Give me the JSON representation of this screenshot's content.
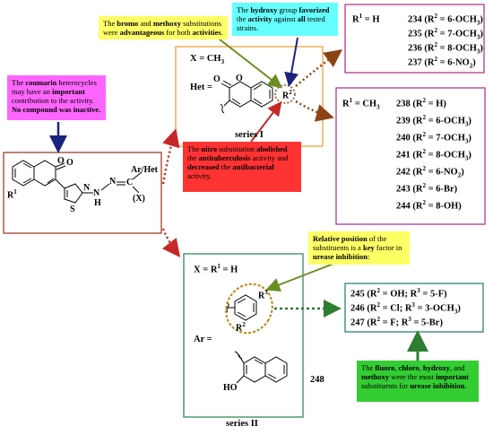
{
  "notes": {
    "yellow_top": {
      "pre1": "The ",
      "b1": "bromo",
      "mid1": " and ",
      "b2": "methoxy",
      "mid2": " substitutions were ",
      "b3": "advantageous",
      "mid3": " for both ",
      "b4": "activities",
      "end": "."
    },
    "cyan_top": {
      "pre1": "The ",
      "b1": "hydroxy",
      "mid1": " group ",
      "b2": "favorized",
      "mid2": " the ",
      "b3": "activity",
      "mid3": " against ",
      "b4": "all",
      "end": " tested strains."
    },
    "magenta_left": {
      "pre1": "The ",
      "b1": "coumarin",
      "mid1": " heterocycles may have an ",
      "b2": "important",
      "mid2": " contribution to the activity. ",
      "b3": "No compound was inactive."
    },
    "red_mid": {
      "pre1": "The ",
      "b1": "nitro",
      "mid1": " substitution ",
      "b2": "abolished",
      "mid2": " the ",
      "b3": "antituberculosis",
      "mid3": " activity and ",
      "b4": "decreased",
      "mid4": " the ",
      "b5": "antibacterial",
      "end": " activity."
    },
    "yellow_mid": {
      "b1": "Relative position",
      "mid1": " of the substituents is a ",
      "b2": "key",
      "mid2": " factor in ",
      "b3": "urease inhibition",
      "end": ":"
    },
    "green_bottom": {
      "pre1": "The ",
      "b1": "fluoro",
      "mid1": ", ",
      "b2": "chloro",
      "mid2": ", ",
      "b3": "hydroxy",
      "mid3": ", and ",
      "b4": "methoxy",
      "mid4": " were the most ",
      "b5": "important",
      "mid5": " substituents for ",
      "b6": "urease inhibition",
      "end": "."
    }
  },
  "series1": {
    "x_label": "X = CH",
    "x_sub": "3",
    "het_label": "Het =",
    "caption": "series I",
    "atom_o_ring": "O",
    "atom_o_carbonyl": "O",
    "atom_r2": "R",
    "atom_r2_sup": "2"
  },
  "series2": {
    "x_label_1": "X = R",
    "x_label_sup": "1",
    "x_label_2": " = H",
    "ar_label": "Ar =",
    "caption": "series II",
    "atom_r2": "R",
    "atom_r2_sup": "2",
    "atom_r3": "R",
    "atom_r3_sup": "3",
    "atom_ho": "HO",
    "compound_248": "248"
  },
  "core": {
    "atom_o1": "O",
    "atom_o2": "O",
    "atom_r1": "R",
    "atom_r1_sup": "1",
    "atom_n1": "N",
    "atom_n2": "N",
    "atom_n3": "N",
    "atom_h": "H",
    "atom_s": "S",
    "atom_c": "C",
    "ar_het": "Ar/Het",
    "x_group": "(X)"
  },
  "box_h": {
    "head": "R",
    "head_sup": "1",
    "head_tail": " = H",
    "rows": [
      {
        "num": "234",
        "r": " (R",
        "sup": "2",
        "val": " = 6-OCH",
        "sub": "3",
        "close": ")"
      },
      {
        "num": "235",
        "r": " (R",
        "sup": "2",
        "val": " = 7-OCH",
        "sub": "3",
        "close": ")"
      },
      {
        "num": "236",
        "r": " (R",
        "sup": "2",
        "val": " = 8-OCH",
        "sub": "3",
        "close": ")"
      },
      {
        "num": "237",
        "r": " (R",
        "sup": "2",
        "val": " = 6-NO",
        "sub": "2",
        "close": ")"
      }
    ]
  },
  "box_ch3": {
    "head": "R",
    "head_sup": "1",
    "head_tail": " = CH",
    "head_sub": "3",
    "rows": [
      {
        "num": "238",
        "r": " (R",
        "sup": "2",
        "val": " = H",
        "sub": "",
        "close": ")"
      },
      {
        "num": "239",
        "r": " (R",
        "sup": "2",
        "val": " = 6-OCH",
        "sub": "3",
        "close": ")"
      },
      {
        "num": "240",
        "r": " (R",
        "sup": "2",
        "val": " = 7-OCH",
        "sub": "3",
        "close": ")"
      },
      {
        "num": "241",
        "r": " (R",
        "sup": "2",
        "val": " = 8-OCH",
        "sub": "3",
        "close": ")"
      },
      {
        "num": "242",
        "r": " (R",
        "sup": "2",
        "val": " = 6-NO",
        "sub": "2",
        "close": ")"
      },
      {
        "num": "243",
        "r": " (R",
        "sup": "2",
        "val": " = 6-Br",
        "sub": "",
        "close": ")"
      },
      {
        "num": "244",
        "r": " (R",
        "sup": "2",
        "val": " = 8-OH",
        "sub": "",
        "close": ")"
      }
    ]
  },
  "box_urease": {
    "rows": [
      {
        "num": "245",
        "a": " (R",
        "as": "2",
        "b": " = OH; R",
        "bs": "3",
        "c": " = 5-F)",
        "csub": "",
        "d": ""
      },
      {
        "num": "246",
        "a": " (R",
        "as": "2",
        "b": " = Cl; R",
        "bs": "3",
        "c": " = 3-OCH",
        "csub": "3",
        "d": ")"
      },
      {
        "num": "247",
        "a": " (R",
        "as": "2",
        "b": " = F;  R",
        "bs": "3",
        "c": " = 5-Br)",
        "csub": "",
        "d": ""
      }
    ]
  },
  "colors": {
    "yellow": "#ffff66",
    "cyan": "#66ffff",
    "magenta": "#ff66ff",
    "red": "#ff3333",
    "green": "#33cc33",
    "brown": "#a0522d",
    "orange_box": "#e8a53c",
    "purple_box": "#b03a8c",
    "teal_box": "#2f7f7f",
    "dark_green_box": "#2e8b57",
    "dark_red_box": "#a0402a",
    "navy_arrow": "#1a237e",
    "olive_arrow": "#6b8e23"
  }
}
